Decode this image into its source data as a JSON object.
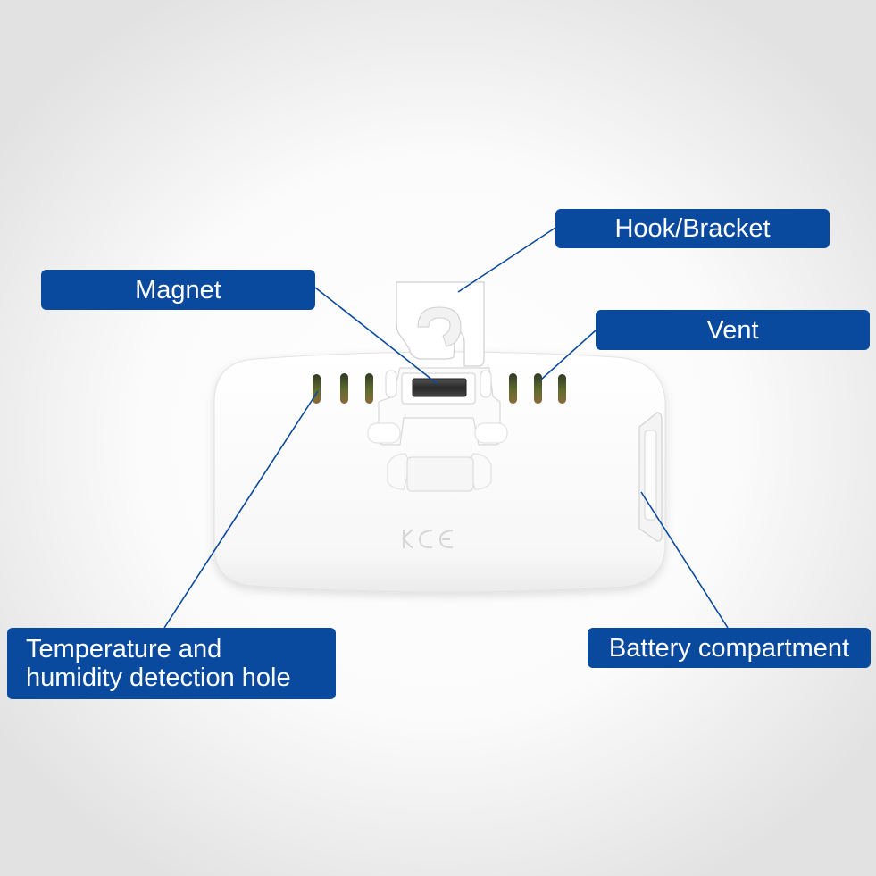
{
  "labels": {
    "magnet": "Magnet",
    "hook": "Hook/Bracket",
    "vent": "Vent",
    "sensor_line1": "Temperature and",
    "sensor_line2": "humidity detection hole",
    "battery": "Battery compartment"
  },
  "device": {
    "markings": "CE"
  },
  "colors": {
    "callout_bg": "#0a4a9e",
    "callout_text": "#ffffff",
    "leader_line": "#0a4a9e",
    "device_body": "#ffffff",
    "vent_slot": "#4a5a3a"
  }
}
